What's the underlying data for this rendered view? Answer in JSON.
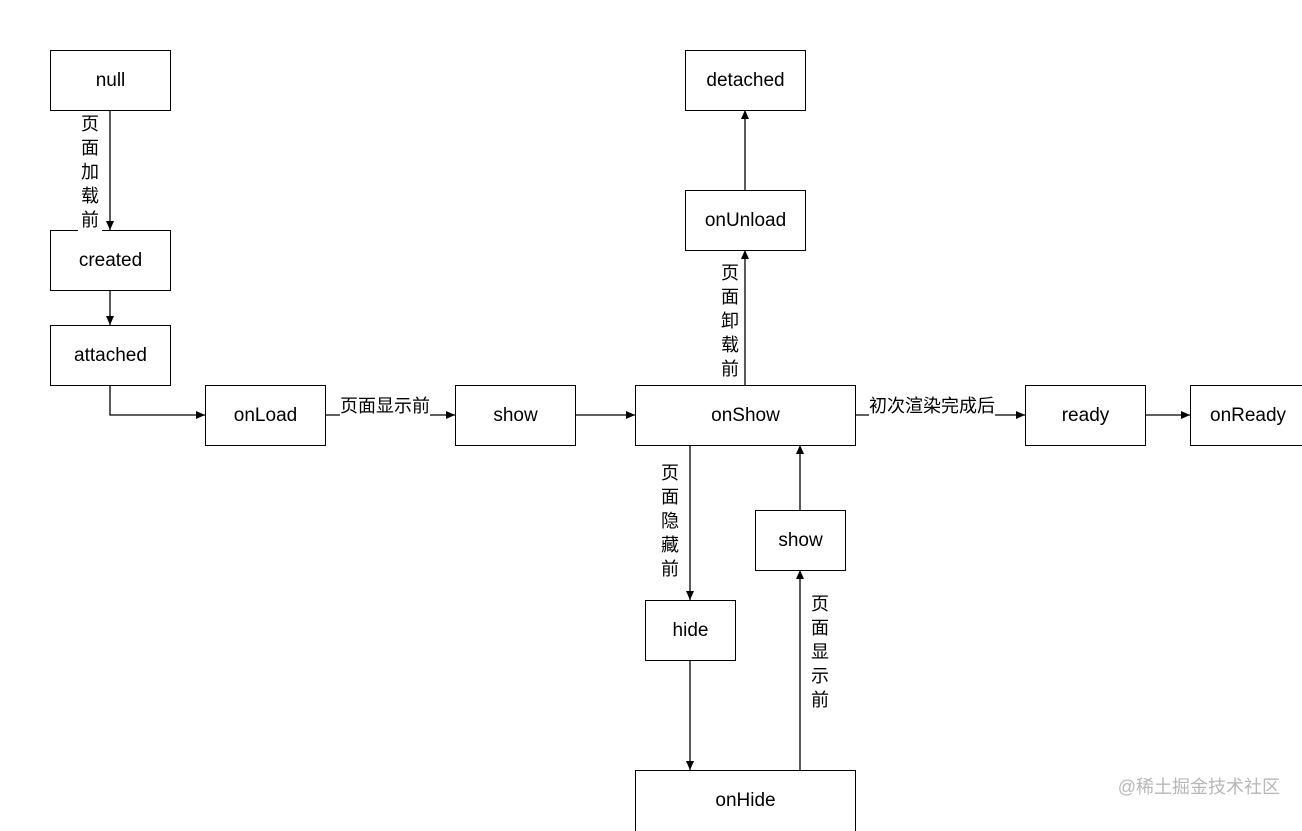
{
  "nodes": {
    "null": "null",
    "created": "created",
    "attached": "attached",
    "onLoad": "onLoad",
    "show1": "show",
    "onShow": "onShow",
    "onUnload": "onUnload",
    "detached": "detached",
    "ready": "ready",
    "onReady": "onReady",
    "hide": "hide",
    "onHide": "onHide",
    "show2": "show"
  },
  "edge_labels": {
    "before_page_load": "页面加载前",
    "before_page_show": "页面显示前",
    "before_page_unload": "页面卸载前",
    "after_first_render": "初次渲染完成后",
    "before_page_hide": "页面隐藏前",
    "before_page_show_return": "页面显示前"
  },
  "watermark": "@稀土掘金技术社区"
}
